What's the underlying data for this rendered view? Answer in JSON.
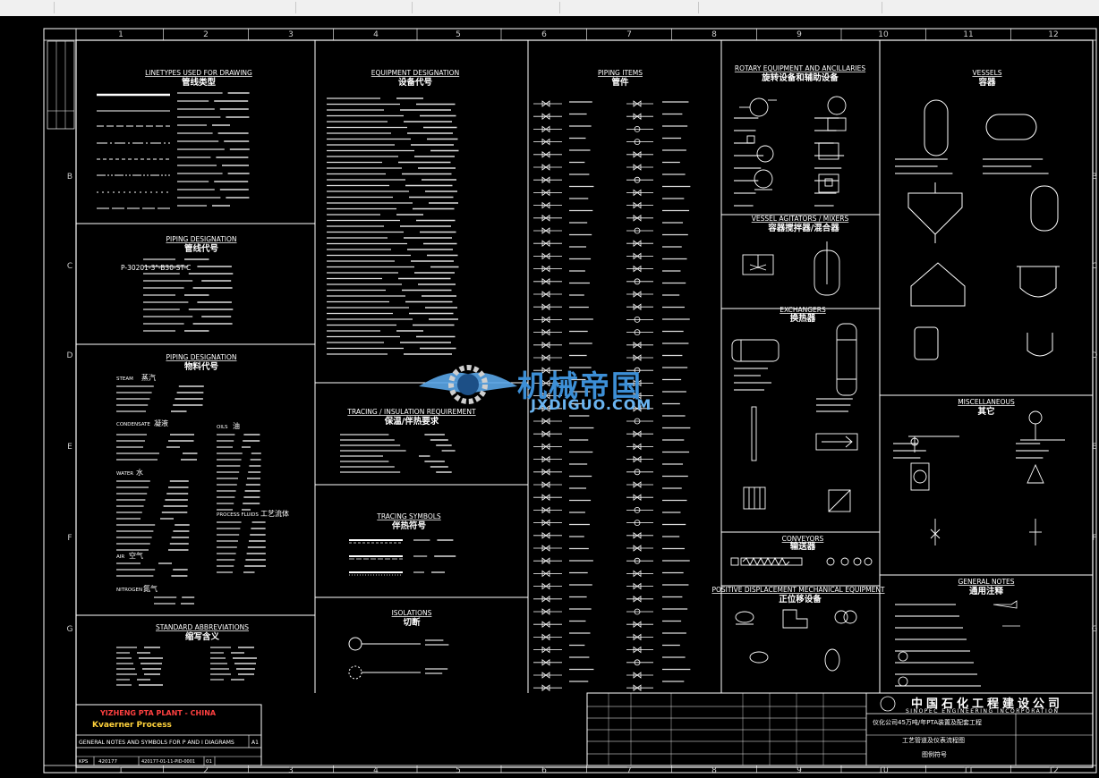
{
  "grid": {
    "cols": [
      "1",
      "2",
      "3",
      "4",
      "5",
      "6",
      "7",
      "8",
      "9",
      "10",
      "11",
      "12"
    ],
    "rows": [
      "B",
      "C",
      "D",
      "E",
      "F",
      "G"
    ]
  },
  "sections": {
    "linetypes": {
      "en": "LINETYPES USED FOR DRAWING",
      "cn": "管线类型"
    },
    "piping_designation": {
      "en": "PIPING DESIGNATION",
      "cn": "管线代号"
    },
    "piping_designation_example": "P-30201-3\"-B30-ST-C",
    "material_designation": {
      "en": "PIPING DESIGNATION",
      "cn": "物料代号"
    },
    "abbreviations": {
      "en": "STANDARD ABBREVIATIONS",
      "cn": "缩写含义"
    },
    "equipment": {
      "en": "EQUIPMENT DESIGNATION",
      "cn": "设备代号"
    },
    "tracing_req": {
      "en": "TRACING / INSULATION REQUIREMENT",
      "cn": "保温/伴热要求"
    },
    "tracing_sym": {
      "en": "TRACING SYMBOLS",
      "cn": "伴热符号"
    },
    "isolations": {
      "en": "ISOLATIONS",
      "cn": "切断"
    },
    "piping_items": {
      "en": "PIPING ITEMS",
      "cn": "管件"
    },
    "rotary": {
      "en": "ROTARY EQUIPMENT AND ANCILLARIES",
      "cn": "旋转设备和辅助设备"
    },
    "agitators": {
      "en": "VESSEL AGITATORS / MIXERS",
      "cn": "容器搅拌器/混合器"
    },
    "exchangers": {
      "en": "EXCHANGERS",
      "cn": "换热器"
    },
    "conveyors": {
      "en": "CONVEYORS",
      "cn": "输送器"
    },
    "positive": {
      "en": "POSITIVE DISPLACEMENT MECHANICAL EQUIPMENT",
      "cn": "正位移设备"
    },
    "vessels": {
      "en": "VESSELS",
      "cn": "容器"
    },
    "misc": {
      "en": "MISCELLANEOUS",
      "cn": "其它"
    },
    "general_notes": {
      "en": "GENERAL NOTES",
      "cn": "通用注释"
    }
  },
  "material_groups": {
    "steam": "STEAM",
    "steam_cn": "蒸汽",
    "condensate": "CONDENSATE",
    "condensate_cn": "凝液",
    "oils": "OILS",
    "oils_cn": "油",
    "water": "WATER",
    "water_cn": "水",
    "process_fluids": "PROCESS FLUIDS",
    "process_fluids_cn": "工艺流体",
    "air": "AIR",
    "air_cn": "空气",
    "nitrogen": "NITROGEN",
    "nitrogen_cn": "氮气"
  },
  "title_block": {
    "project": "YIZHENG PTA PLANT - CHINA",
    "contractor": "Kvaerner Process",
    "drawing_title": "GENERAL NOTES AND SYMBOLS FOR P AND I DIAGRAMS",
    "size": "A1",
    "job_label": "KPS",
    "job_no": "420177",
    "drawing_no": "420177-01-11-PID-0001",
    "rev": "01",
    "company_cn": "中国石化工程建设公司",
    "company_en": "SINOPEC ENGINEERING INCORPORATION",
    "project_cn": "仪化公司45万吨/年PTA装置及配套工程",
    "drawing_cn": "工艺管道及仪表流程图",
    "subtitle_cn": "图例符号"
  },
  "watermark": {
    "text": "机械帝国",
    "url": "JXDIGUO.COM"
  },
  "colors": {
    "background": "#000000",
    "lines": "#ffffff",
    "project": "#ff4040",
    "contractor": "#ffd23c",
    "watermark": "#3d8fd6"
  }
}
